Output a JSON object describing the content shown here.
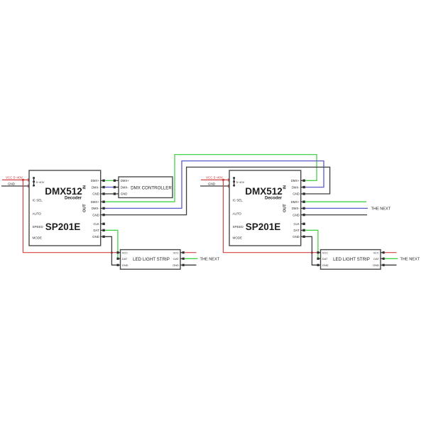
{
  "diagram": {
    "background": "#ffffff",
    "colors": {
      "vcc_wire": "#d64242",
      "data_plus_wire": "#47d147",
      "dmx_minus_wire": "#5a5ac8",
      "gnd_wire": "#3d3d3d",
      "box_stroke": "#4a4a4a",
      "text": "#1d1d1d"
    },
    "modules": [
      {
        "power": {
          "vcc_label": "VCC 5~40V",
          "gnd_label": "GND"
        },
        "decoder": {
          "title": "DMX512",
          "subtitle": "Decoder",
          "model": "SP201E",
          "terminal_label": "5~40V",
          "side_labels": [
            "IC SEL",
            "AUTO",
            "SPEED",
            "MODE"
          ],
          "in_label": "IN",
          "in_pins": [
            "DMX+",
            "DMX-",
            "GND"
          ],
          "out_label": "OUT",
          "out_pins": [
            "DMX+",
            "DMX-",
            "GND"
          ],
          "data_pins": [
            "CLK",
            "DAT",
            "GND"
          ]
        },
        "controller": {
          "title": "DMX CONTROLLER",
          "pins": [
            "DMX+",
            "DMX-",
            "GND"
          ]
        },
        "strip": {
          "title": "LED LIGHT STRIP",
          "left_pins": [
            "VCC",
            "DAT",
            "GND"
          ],
          "right_pins": [
            "VCC",
            "DAT",
            "GND"
          ],
          "next_label": "THE NEXT"
        }
      },
      {
        "power": {
          "vcc_label": "VCC 5~40V",
          "gnd_label": "GND"
        },
        "decoder": {
          "title": "DMX512",
          "subtitle": "Decoder",
          "model": "SP201E",
          "terminal_label": "5~40V",
          "side_labels": [
            "IC SEL",
            "AUTO",
            "SPEED",
            "MODE"
          ],
          "in_label": "IN",
          "in_pins": [
            "DMX+",
            "DMX-",
            "GND"
          ],
          "out_label": "OUT",
          "out_pins": [
            "DMX+",
            "DMX-",
            "GND"
          ],
          "data_pins": [
            "CLK",
            "DAT",
            "GND"
          ]
        },
        "out_next_label": "THE NEXT",
        "strip": {
          "title": "LED LIGHT STRIP",
          "left_pins": [
            "VCC",
            "DAT",
            "GND"
          ],
          "right_pins": [
            "VCC",
            "DAT",
            "GND"
          ],
          "next_label": "THE NEXT"
        }
      }
    ]
  }
}
